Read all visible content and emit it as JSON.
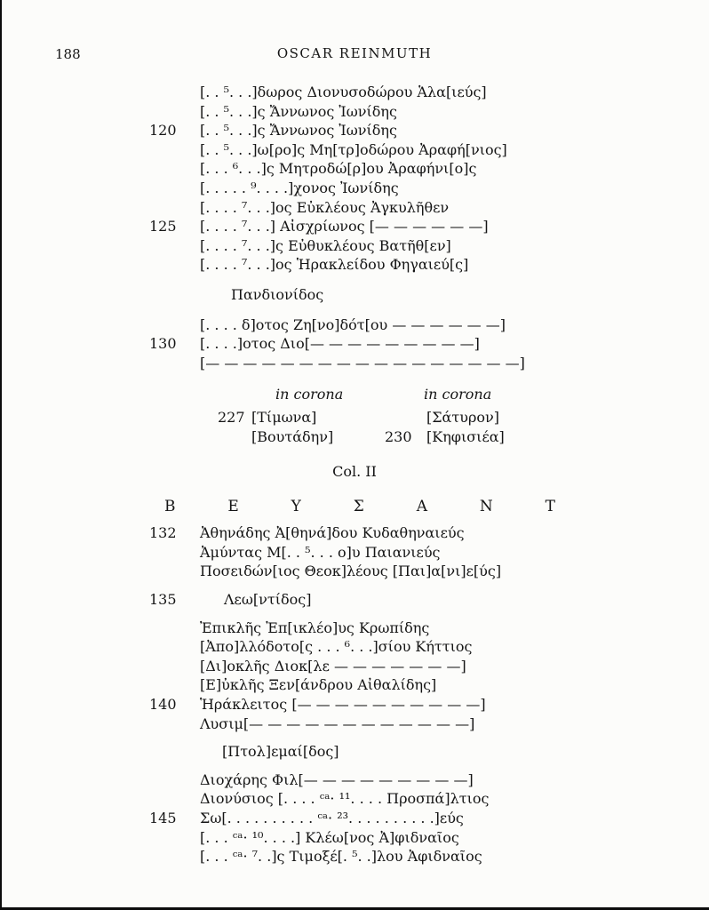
{
  "page": {
    "number": "188",
    "header": "OSCAR REINMUTH"
  },
  "col1": {
    "lines": [
      {
        "num": "",
        "text": "[. . ⁵. . .]δωρος Διονυσοδώρου Ἁλα[ιεύς]"
      },
      {
        "num": "",
        "text": "[. . ⁵. . .]ς Ἄννωνος Ἰωνίδης"
      },
      {
        "num": "120",
        "text": "[. . ⁵. . .]ς Ἄννωνος Ἰωνίδης"
      },
      {
        "num": "",
        "text": "[. . ⁵. . .]ω[ρο]ς Μη[τρ]οδώρου Ἀραφή[νιος]"
      },
      {
        "num": "",
        "text": "[. . . ⁶. . .]ς Μητροδώ[ρ]ου Ἀραφήνι[ο]ς"
      },
      {
        "num": "",
        "text": "[. . . . . ⁹. . . .]χονος Ἰωνίδης"
      },
      {
        "num": "",
        "text": "[. . . . ⁷. . .]ος Εὐκλέους Ἀγκυλῆθεν"
      },
      {
        "num": "125",
        "text": "[. . . . ⁷. . .] Αἰσχρίωνος [— — — — — —]"
      },
      {
        "num": "",
        "text": "[. . . . ⁷. . .]ς Εὐθυκλέους Βατῆθ[εν]"
      },
      {
        "num": "",
        "text": "[. . . . ⁷. . .]ος Ἡρακλείδου Φηγαιεύ[ς]"
      }
    ],
    "tribe_heading": "Πανδιονίδος",
    "lines2": [
      {
        "num": "",
        "text": "[. . . . δ]οτος Ζη[νο]δότ[ου — — — — — —]"
      },
      {
        "num": "130",
        "text": "[. . . .]οτος Διο[— — — — — — — — —]"
      },
      {
        "num": "",
        "text": "[— — — — — — — — — — — — — — — — —]"
      }
    ]
  },
  "corona": {
    "left": {
      "label": "in corona",
      "entries": [
        {
          "num": "227",
          "text": "[Τίμωνα]"
        },
        {
          "num": "",
          "text": "[Βουτάδην]"
        }
      ]
    },
    "right": {
      "label": "in corona",
      "entries": [
        {
          "num": "",
          "text": "[Σάτυρον]"
        },
        {
          "num": "230",
          "text": "[Κηφισιέα]"
        }
      ]
    }
  },
  "col2": {
    "heading": "Col. II",
    "letters": [
      "Β",
      "Ε",
      "Υ",
      "Σ",
      "Α",
      "Ν",
      "Τ"
    ],
    "lines1": [
      {
        "num": "132",
        "text": "Ἀθηνάδης Ἀ[θηνά]δου Κυδαθηναιεύς"
      },
      {
        "num": "",
        "text": "Ἀμύντας Μ[. . ⁵. . . ο]υ Παιανιεύς"
      },
      {
        "num": "",
        "text": "Ποσειδών[ιος Θεοκ]λέους [Παι]α[νι]ε[ύς]"
      }
    ],
    "tribe_heading1": {
      "num": "135",
      "text": "Λεω[ντίδος]"
    },
    "lines2": [
      {
        "num": "",
        "text": "Ἐπικλῆς Ἐπ[ικλέο]υς Κρωπίδης"
      },
      {
        "num": "",
        "text": "[Ἀπο]λλόδοτο[ς . . . ⁶. . .]σίου Κήττιος"
      },
      {
        "num": "",
        "text": "[Δι]οκλῆς Διοκ[λε — — — — — — —]"
      },
      {
        "num": "",
        "text": "[Ε]ὐκλῆς Ξεν[άνδρου Αἰθαλίδης]"
      },
      {
        "num": "140",
        "text": "Ἡράκλειτος [— — — — — — — — — —]"
      },
      {
        "num": "",
        "text": "Λυσιμ[— — — — — — — — — — — —]"
      }
    ],
    "tribe_heading2": {
      "num": "",
      "text": "[Πτολ]εμαί[δος]"
    },
    "lines3": [
      {
        "num": "",
        "text": "Διοχάρης Φιλ[— — — — — — — — —]"
      },
      {
        "num": "",
        "text": "Διονύσιος [. . . . ᶜᵃ· ¹¹. . . . Προσπά]λτιος"
      },
      {
        "num": "145",
        "text": "Σω[. . . . . . . . . . ᶜᵃ· ²³. . . . . . . . . .]εύς"
      },
      {
        "num": "",
        "text": "[. . . ᶜᵃ· ¹⁰. . . .] Κλέω[νος Ἀ]φιδναῖος"
      },
      {
        "num": "",
        "text": "[. . . ᶜᵃ· ⁷. .]ς Τιμοξέ[. ⁵. .]λου Ἀφιδναῖος"
      }
    ]
  }
}
